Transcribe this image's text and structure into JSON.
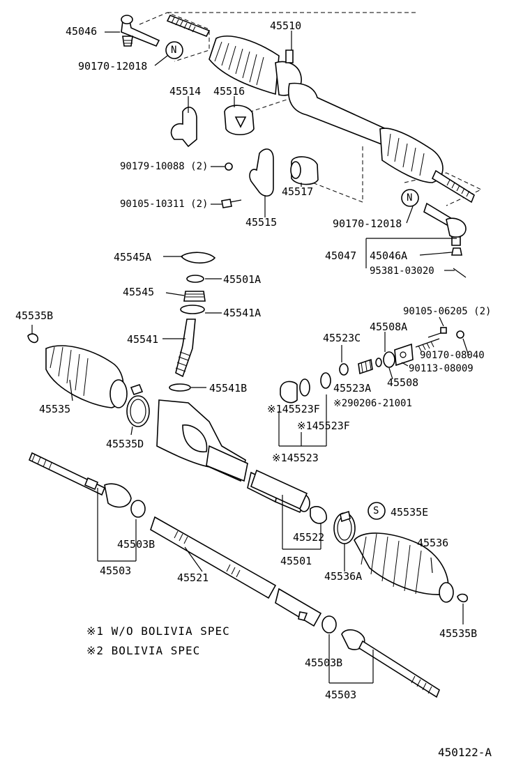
{
  "diagram_id": "450122-A",
  "legend": {
    "note1": "※1 W/O BOLIVIA SPEC",
    "note2": "※2 BOLIVIA SPEC"
  },
  "symbols": {
    "n_symbol": "N",
    "s_symbol": "S"
  },
  "labels": {
    "p45046": "45046",
    "p90170_12018_top": "90170-12018",
    "p45510": "45510",
    "p45514": "45514",
    "p45516": "45516",
    "p90179_10088": "90179-10088 (2)",
    "p45517": "45517",
    "p90105_10311": "90105-10311 (2)",
    "p45515": "45515",
    "p90170_12018_right": "90170-12018",
    "p45545A": "45545A",
    "p45047": "45047",
    "p45046A": "45046A",
    "p95381_03020": "95381-03020",
    "p45501A": "45501A",
    "p45545": "45545",
    "p45541A": "45541A",
    "p45535B_top": "45535B",
    "p90105_06205": "90105-06205 (2)",
    "p45508A": "45508A",
    "p45523C": "45523C",
    "p90170_08040": "90170-08040",
    "p45541": "45541",
    "p90113_08009": "90113-08009",
    "p45523A": "45523A",
    "p45508": "45508",
    "p290206_21001": "※290206-21001",
    "p45541B": "45541B",
    "p45535": "45535",
    "p145523F_a": "※145523F",
    "p145523F_b": "※145523F",
    "p45535D": "45535D",
    "p145523": "※145523",
    "p45535E": "45535E",
    "p45522": "45522",
    "p45536": "45536",
    "p45503B_left": "45503B",
    "p45501": "45501",
    "p45536A": "45536A",
    "p45503_left": "45503",
    "p45521": "45521",
    "p45535B_bottom": "45535B",
    "p45503B_bottom": "45503B",
    "p45503_bottom": "45503"
  }
}
